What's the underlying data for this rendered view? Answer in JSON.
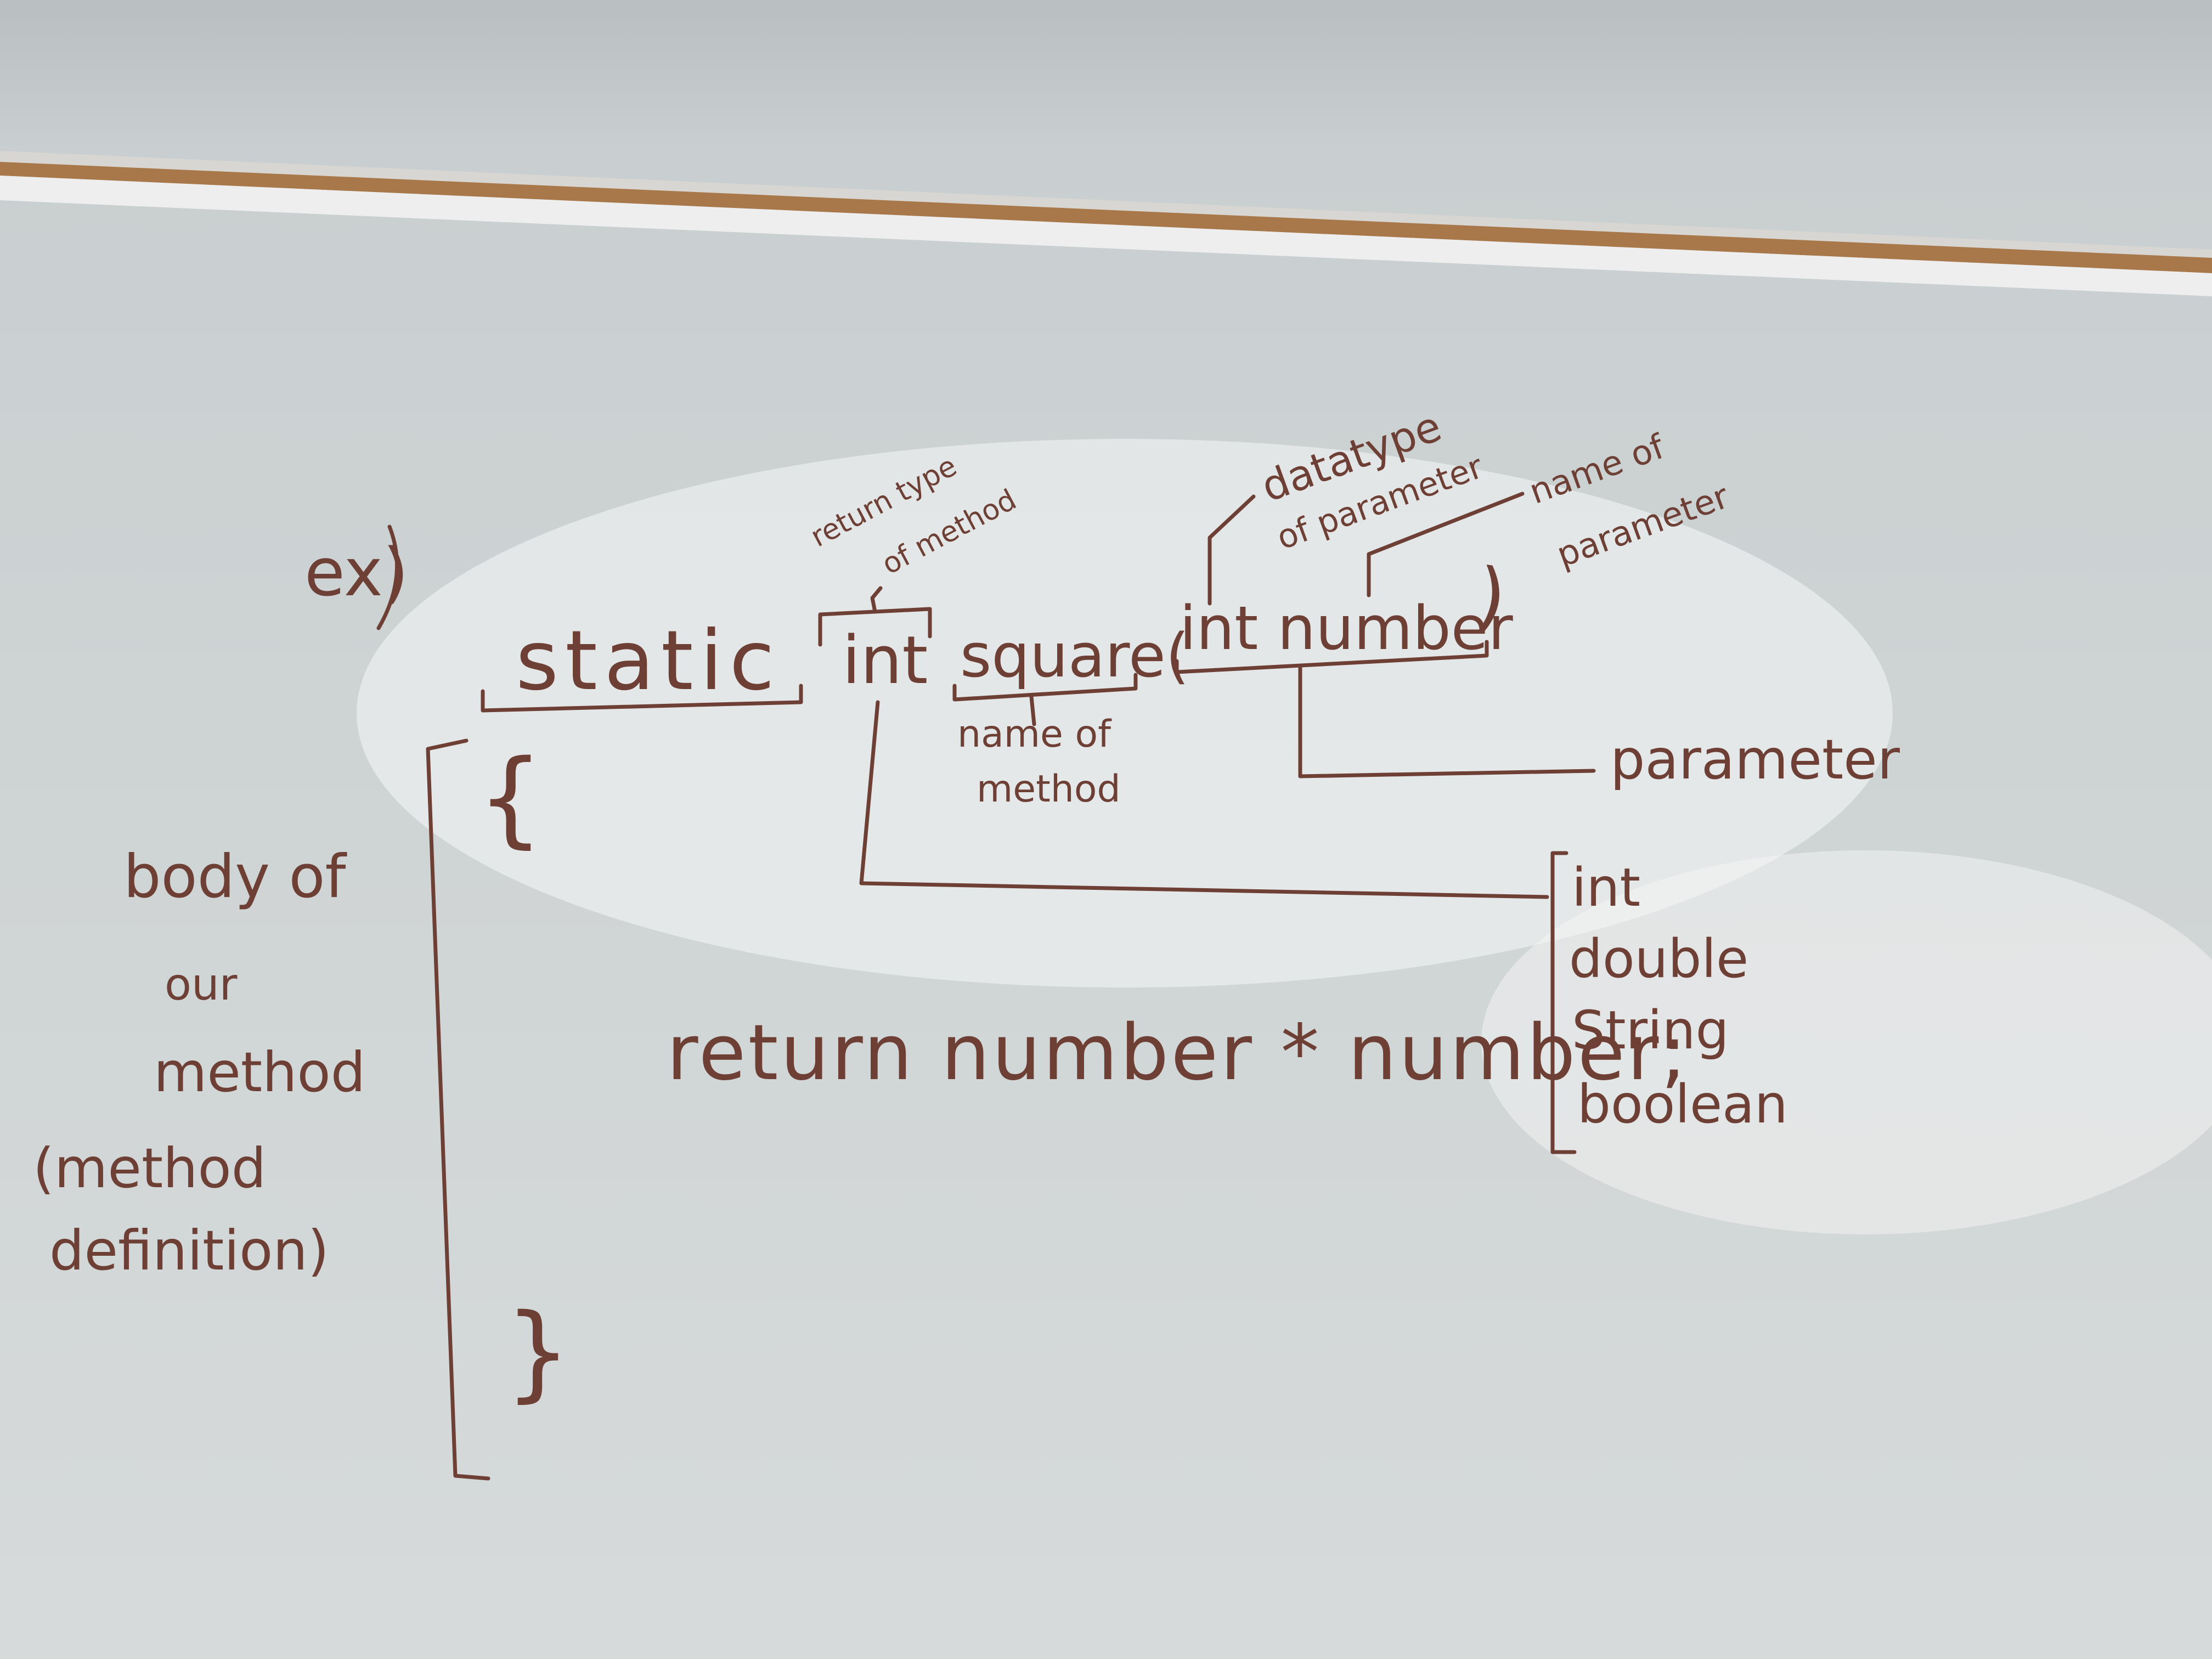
{
  "board": {
    "ex_label": "ex)",
    "keywords": {
      "static": "static",
      "int": "int",
      "square": "square(",
      "param": "int number",
      "close_paren": ")"
    },
    "annotations": {
      "return_type_line1": "return type",
      "return_type_line2": "of method",
      "datatype_line1": "datatype",
      "datatype_line2": "of parameter",
      "name_param_line1": "name of",
      "name_param_line2": "parameter",
      "name_method_line1": "name of",
      "name_method_line2": "method",
      "parameter": "parameter"
    },
    "body_label": {
      "line1": "body of",
      "line2": "our",
      "line3": "method",
      "line4": "(method",
      "line5": "definition)"
    },
    "braces": {
      "open": "{",
      "close": "}"
    },
    "statement": "return number * number;",
    "types": [
      "int",
      "double",
      "String",
      "boolean"
    ],
    "colors": {
      "ink": "#6e3f34",
      "cork": "#a9784a",
      "board": "#e9eaea"
    }
  }
}
